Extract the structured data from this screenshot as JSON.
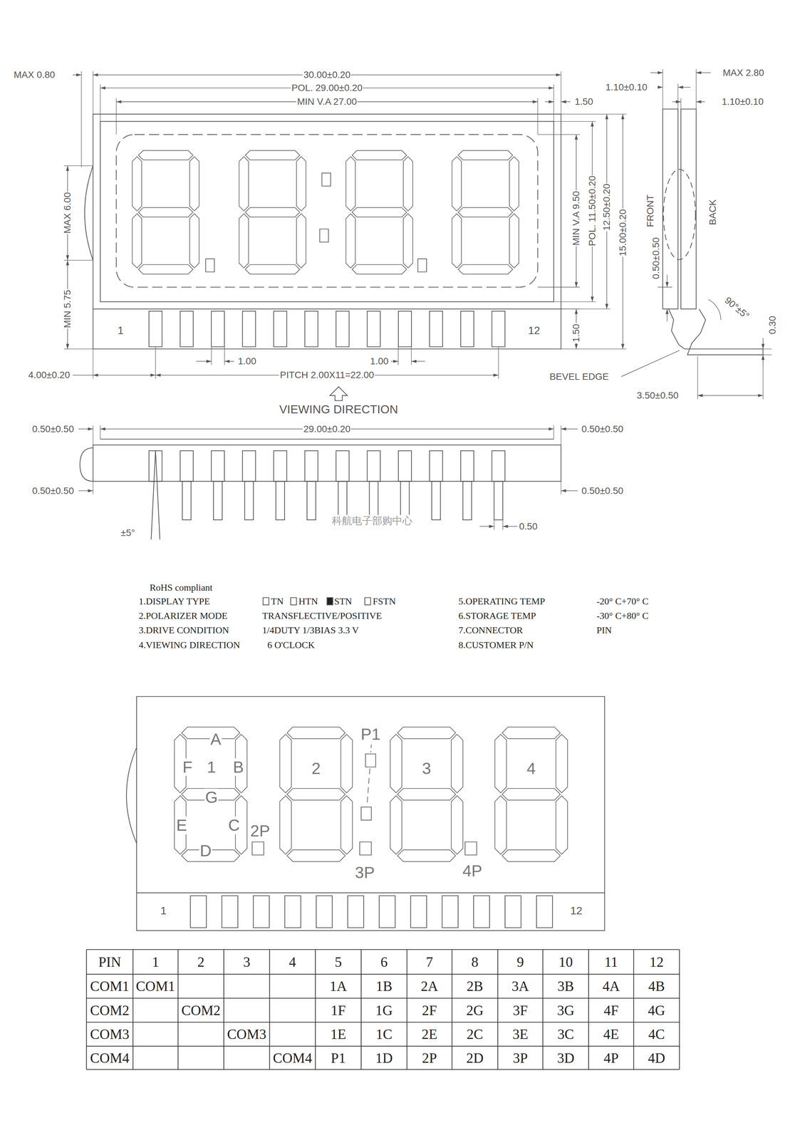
{
  "diagram": {
    "labels": [
      "MAX 0.80",
      "30.00±0.20",
      "POL. 29.00±0.20",
      "MIN V.A 27.00",
      "1.50",
      "MAX 6.00",
      "MIN 5.75",
      "1",
      "12",
      "MIN V.A 9.50",
      "POL. 11.50±0.20",
      "12.50±0.20",
      "15.00±0.20",
      "1.50",
      "1.00",
      "1.00",
      "4.00±0.20",
      "PITCH 2.00X11=22.00",
      "VIEWING DIRECTION",
      "1.10±0.10",
      "MAX 2.80",
      "1.10±0.10",
      "FRONT",
      "BACK",
      "0.50±0.50",
      "90°±5°",
      "0.30",
      "BEVEL EDGE",
      "3.50±0.50",
      "0.50±0.50",
      "29.00±0.20",
      "0.50±0.50",
      "0.50±0.50",
      "0.50±0.50",
      "科航电子部购中心",
      "0.50",
      "±5°",
      "RoHS compliant",
      "1.DISPLAY TYPE",
      "TN",
      "HTN",
      "STN",
      "FSTN",
      "2.POLARIZER MODE",
      "TRANSFLECTIVE/POSITIVE",
      "3.DRIVE CONDITION",
      "1/4DUTY 1/3BIAS 3.3 V",
      "4.VIEWING DIRECTION",
      "6 O'CLOCK",
      "5.OPERATING TEMP",
      "-20° C+70° C",
      "6.STORAGE TEMP",
      "-30° C+80° C",
      "7.CONNECTOR",
      "PIN",
      "8.CUSTOMER P/N",
      "P1",
      "A",
      "F",
      "1",
      "B",
      "2",
      "3",
      "4",
      "G",
      "E",
      "C",
      "2P",
      "D",
      "3P",
      "4P",
      "1",
      "12",
      "PIN",
      "1",
      "2",
      "3",
      "4",
      "5",
      "6",
      "7",
      "8",
      "9",
      "10",
      "11",
      "12",
      "COM1",
      "COM1",
      "1A",
      "1B",
      "2A",
      "2B",
      "3A",
      "3B",
      "4A",
      "4B",
      "COM2",
      "COM2",
      "1F",
      "1G",
      "2F",
      "2G",
      "3F",
      "3G",
      "4F",
      "4G",
      "COM3",
      "COM3",
      "1E",
      "1C",
      "2E",
      "2C",
      "3E",
      "3C",
      "4E",
      "4C",
      "COM4",
      "COM4",
      "P1",
      "1D",
      "2P",
      "2D",
      "3P",
      "3D",
      "4P",
      "4D"
    ]
  }
}
